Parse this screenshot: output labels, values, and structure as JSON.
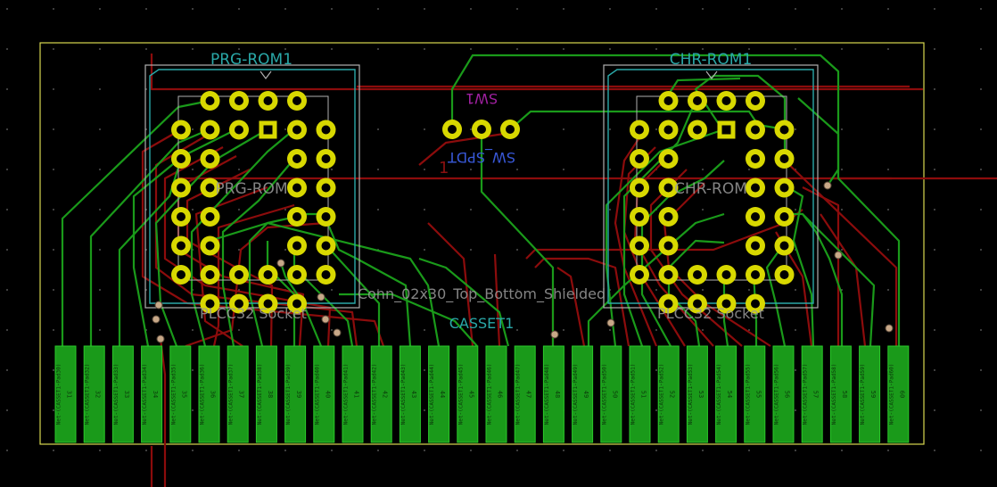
{
  "components": {
    "prg_rom": {
      "ref": "PRG-ROM1",
      "value": "PRG-ROM",
      "footprint": "PLCC32 Socket"
    },
    "chr_rom": {
      "ref": "CHR-ROM1",
      "value": "CHR-ROM",
      "footprint": "PLCC32 Socket"
    },
    "switch": {
      "ref": "SW1",
      "value": "SW_SPDT",
      "pin1": "1"
    },
    "connector": {
      "ref": "CASSET1",
      "value": "Conn_02x30_Top_Bottom_Shielded"
    }
  },
  "edge_pads": [
    {
      "num": "31",
      "net": "Net-(CASSET1-Pad30)"
    },
    {
      "num": "32",
      "net": "Net-(CASSET1-Pad32)"
    },
    {
      "num": "33",
      "net": "Net-(CASSET1-Pad33)"
    },
    {
      "num": "34",
      "net": "Net-(CASSET1-Pad34)"
    },
    {
      "num": "35",
      "net": "Net-(CASSET1-Pad35)"
    },
    {
      "num": "36",
      "net": "Net-(CASSET1-Pad36)"
    },
    {
      "num": "37",
      "net": "Net-(CASSET1-Pad37)"
    },
    {
      "num": "38",
      "net": "Net-(CASSET1-Pad38)"
    },
    {
      "num": "39",
      "net": "Net-(CASSET1-Pad39)"
    },
    {
      "num": "40",
      "net": "Net-(CASSET1-Pad40)"
    },
    {
      "num": "41",
      "net": "Net-(CASSET1-Pad41)"
    },
    {
      "num": "42",
      "net": "Net-(CASSET1-Pad42)"
    },
    {
      "num": "43",
      "net": "Net-(CASSET1-Pad43)"
    },
    {
      "num": "44",
      "net": "Net-(CASSET1-Pad44)"
    },
    {
      "num": "45",
      "net": "Net-(CASSET1-Pad45)"
    },
    {
      "num": "46",
      "net": "Net-(CASSET1-Pad46)"
    },
    {
      "num": "47",
      "net": "Net-(CASSET1-Pad47)"
    },
    {
      "num": "48",
      "net": "Net-(CASSET1-Pad48)"
    },
    {
      "num": "49",
      "net": "Net-(CASSET1-Pad49)"
    },
    {
      "num": "50",
      "net": "Net-(CASSET1-Pad50)"
    },
    {
      "num": "51",
      "net": "Net-(CASSET1-Pad51)"
    },
    {
      "num": "52",
      "net": "Net-(CASSET1-Pad52)"
    },
    {
      "num": "53",
      "net": "Net-(CASSET1-Pad53)"
    },
    {
      "num": "54",
      "net": "Net-(CASSET1-Pad54)"
    },
    {
      "num": "55",
      "net": "Net-(CASSET1-Pad55)"
    },
    {
      "num": "56",
      "net": "Net-(CASSET1-Pad56)"
    },
    {
      "num": "57",
      "net": "Net-(CASSET1-Pad57)"
    },
    {
      "num": "58",
      "net": "Net-(CASSET1-Pad58)"
    },
    {
      "num": "59",
      "net": "Net-(CASSET1-Pad59)"
    },
    {
      "num": "60",
      "net": "Net-(CASSET1-Pad60)"
    }
  ],
  "colors": {
    "background": "#000000",
    "board_outline": "#d8d850",
    "front_copper": "#1a9a1a",
    "back_copper": "#8c0c0c",
    "pad": "#d8d800",
    "courtyard": "#2aa8a8",
    "fab": "#b0b0b0"
  }
}
